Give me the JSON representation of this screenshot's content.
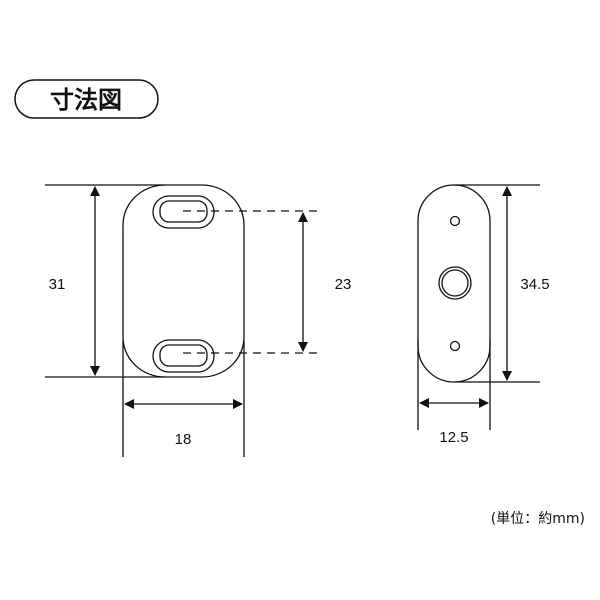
{
  "title": "寸法図",
  "unit_note": "(単位：約mm)",
  "front_view": {
    "height": "31",
    "slot_pitch": "23",
    "width": "18"
  },
  "side_view": {
    "height": "34.5",
    "width": "12.5"
  }
}
